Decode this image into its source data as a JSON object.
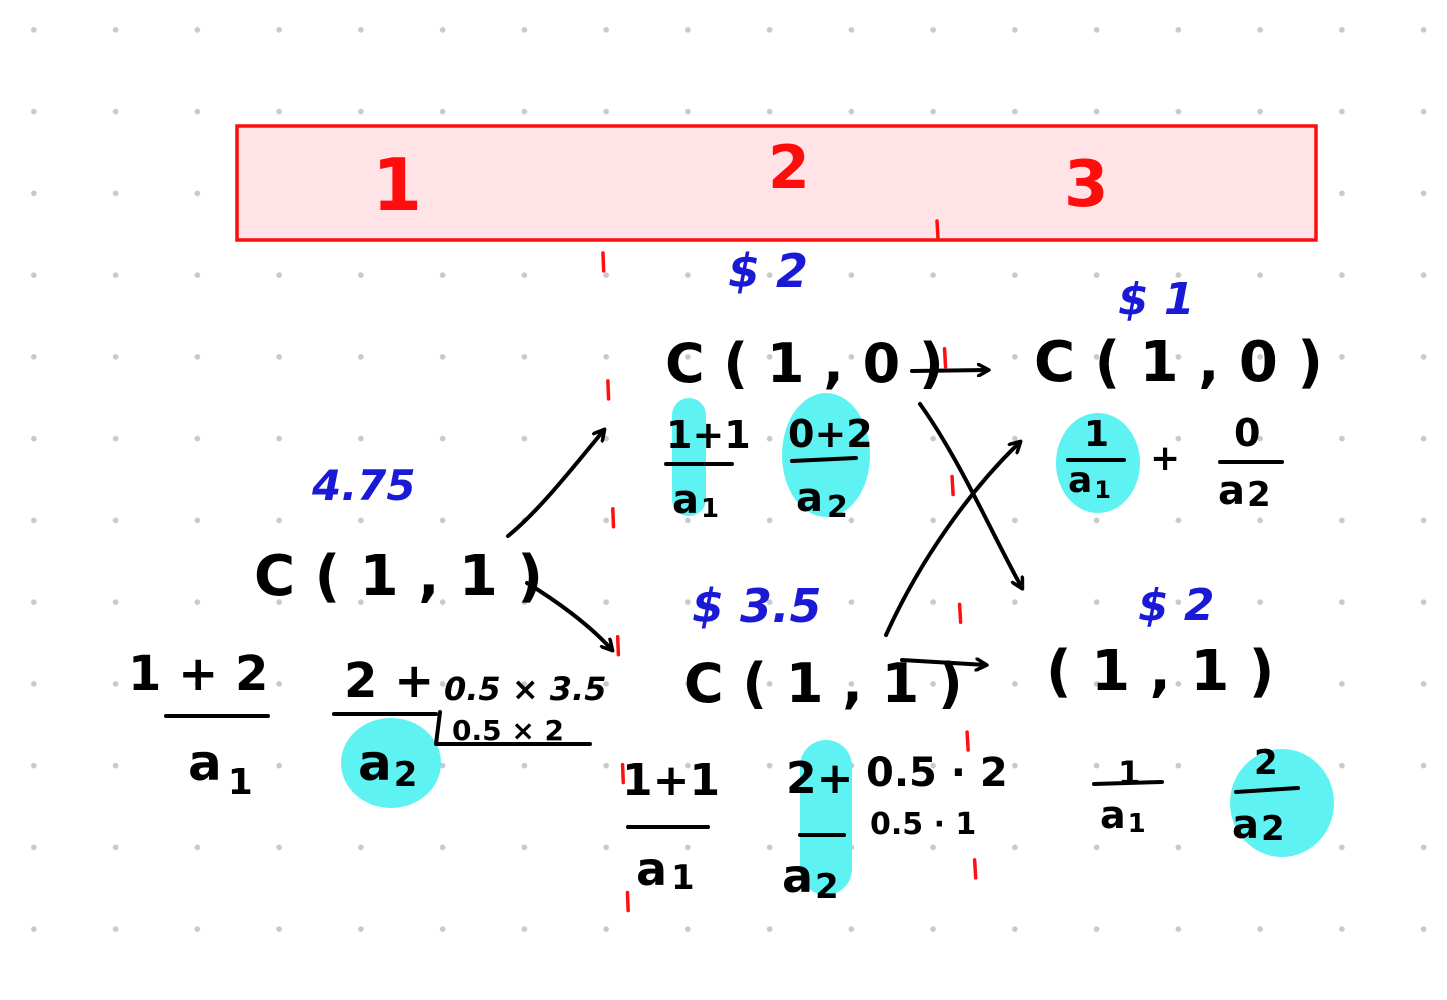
{
  "stages": {
    "one": "1",
    "two": "2",
    "three": "3"
  },
  "root": {
    "value": "4.75",
    "state": "C ( 1 , 1 )",
    "frac1_num": "1 + 2",
    "frac1_den": "a",
    "frac1_den_sub": "1",
    "frac2_num": "2 +",
    "frac2_den": "a",
    "frac2_den_sub": "2",
    "extra_top": "0.5 × 3.5",
    "extra_bottom": "0.5 × 2"
  },
  "mid_top": {
    "price": "$ 2",
    "state": "C ( 1 , 0 )",
    "frac1_num": "1+1",
    "frac1_den": "a",
    "frac1_den_sub": "1",
    "frac2_num": "0+2",
    "frac2_den": "a",
    "frac2_den_sub": "2"
  },
  "mid_bottom": {
    "price": "$ 3.5",
    "state": "C ( 1 , 1 )",
    "frac1_num": "1+1",
    "frac1_den": "a",
    "frac1_den_sub": "1",
    "frac2_num": "2+",
    "frac2_den": "a",
    "frac2_den_sub": "2",
    "extra_top": "0.5 · 2",
    "extra_bottom": "0.5 · 1"
  },
  "right_top": {
    "price": "$ 1",
    "state": "C ( 1 , 0 )",
    "frac1_num": "1",
    "frac1_den": "a",
    "frac1_den_sub": "1",
    "plus": "+",
    "frac2_num": "0",
    "frac2_den": "a",
    "frac2_den_sub": "2"
  },
  "right_bottom": {
    "price": "$ 2",
    "state": "( 1 , 1 )",
    "frac1_num": "1",
    "frac1_den": "a",
    "frac1_den_sub": "1",
    "frac2_num": "2",
    "frac2_den": "a",
    "frac2_den_sub": "2"
  },
  "colors": {
    "ink": "#000000",
    "price_blue": "#1a1ad6",
    "stage_red": "#ff0d0d",
    "band_fill": "#ffe3e6",
    "highlight": "#5ef2f2"
  }
}
